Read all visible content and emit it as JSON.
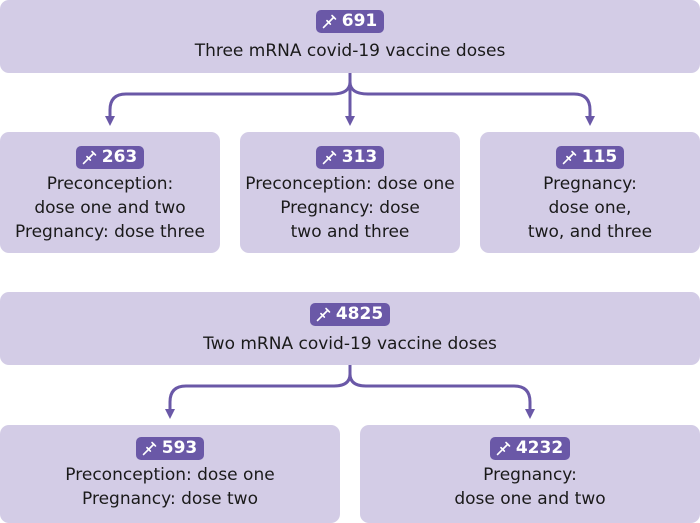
{
  "colors": {
    "box": "#d3cce6",
    "badge": "#6a58a7",
    "connector": "#6a58a7"
  },
  "icon": "syringe-icon",
  "top_group": {
    "parent": {
      "count": "691",
      "lines": [
        "Three mRNA covid-19 vaccine doses"
      ]
    },
    "children": [
      {
        "count": "263",
        "lines": [
          "Preconception:",
          "dose one and two",
          "Pregnancy: dose three"
        ]
      },
      {
        "count": "313",
        "lines": [
          "Preconception: dose one",
          "Pregnancy: dose",
          "two and three"
        ]
      },
      {
        "count": "115",
        "lines": [
          "Pregnancy:",
          "dose one,",
          "two, and three"
        ]
      }
    ]
  },
  "bottom_group": {
    "parent": {
      "count": "4825",
      "lines": [
        "Two mRNA covid-19 vaccine doses"
      ]
    },
    "children": [
      {
        "count": "593",
        "lines": [
          "Preconception: dose one",
          "Pregnancy: dose two"
        ]
      },
      {
        "count": "4232",
        "lines": [
          "Pregnancy:",
          "dose one and two"
        ]
      }
    ]
  }
}
